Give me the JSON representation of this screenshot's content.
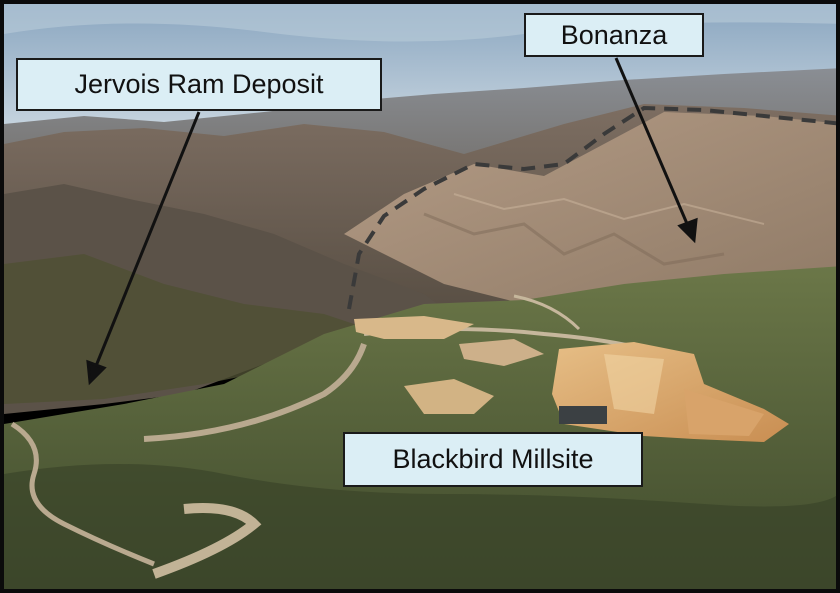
{
  "labels": {
    "jervois": "Jervois Ram Deposit",
    "bonanza": "Bonanza",
    "millsite": "Blackbird Millsite"
  },
  "colors": {
    "label_fill": "#dbeef5",
    "sky": "#9fb7cc",
    "forest": "#5c6a3c",
    "pad": "#d8a86a",
    "boundary_line": "#3a3a3a"
  }
}
